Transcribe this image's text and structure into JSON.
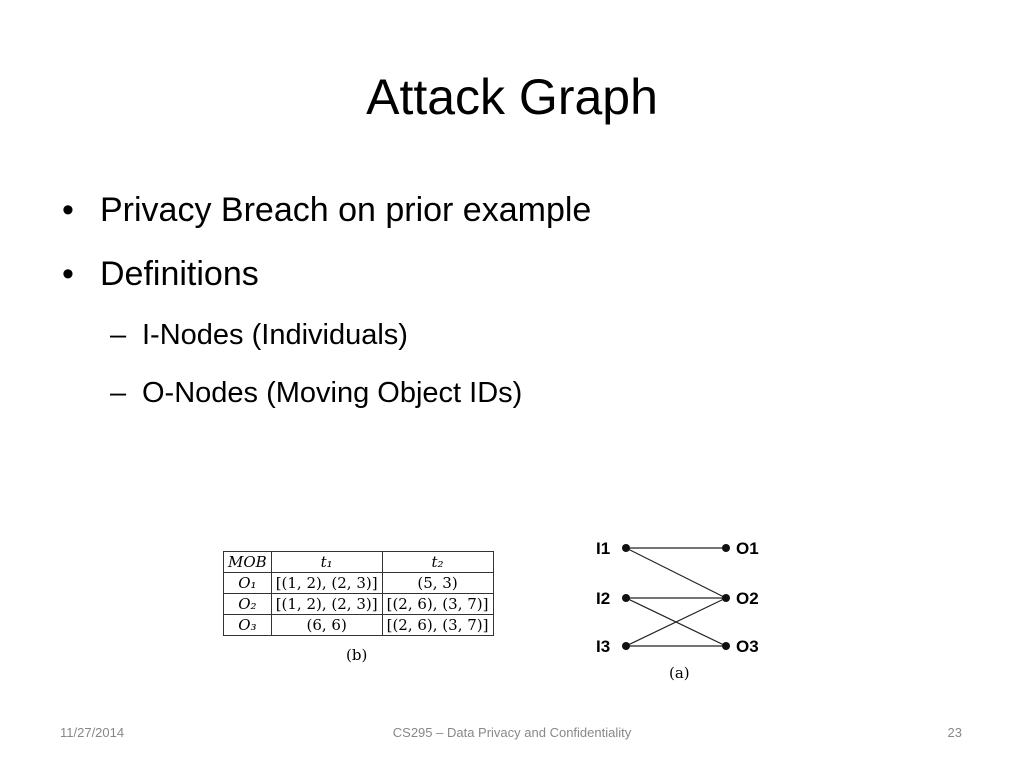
{
  "slide": {
    "title": "Attack Graph",
    "bullets": [
      "Privacy Breach on prior example",
      "Definitions"
    ],
    "sub_bullets": [
      "I-Nodes (Individuals)",
      "O-Nodes (Moving Object IDs)"
    ],
    "bullet_glyph": "•",
    "dash_glyph": "–"
  },
  "mob_table": {
    "headers": [
      "MOB",
      "t₁",
      "t₂"
    ],
    "rows": [
      [
        "O₁",
        "[(1, 2), (2, 3)]",
        "(5, 3)"
      ],
      [
        "O₂",
        "[(1, 2), (2, 3)]",
        "[(2, 6), (3, 7)]"
      ],
      [
        "O₃",
        "(6, 6)",
        "[(2, 6), (3, 7)]"
      ]
    ],
    "caption": "(b)"
  },
  "attack_graph": {
    "i_nodes": [
      "I1",
      "I2",
      "I3"
    ],
    "o_nodes": [
      "O1",
      "O2",
      "O3"
    ],
    "edges": [
      [
        "I1",
        "O1"
      ],
      [
        "I1",
        "O2"
      ],
      [
        "I2",
        "O2"
      ],
      [
        "I2",
        "O3"
      ],
      [
        "I3",
        "O2"
      ],
      [
        "I3",
        "O3"
      ]
    ],
    "caption": "(a)"
  },
  "footer": {
    "date": "11/27/2014",
    "course": "CS295 – Data Privacy and Confidentiality",
    "page": "23"
  }
}
